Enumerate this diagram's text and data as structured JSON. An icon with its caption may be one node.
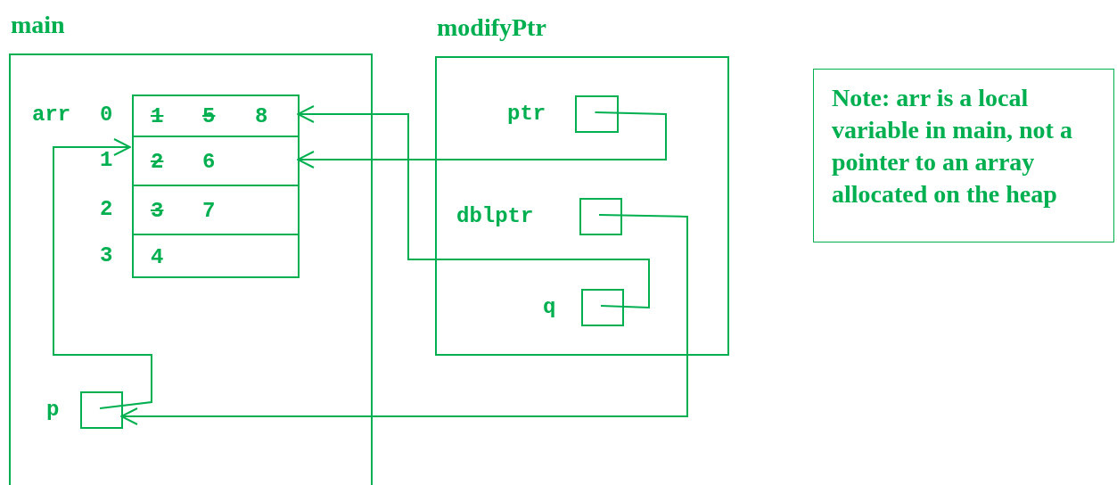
{
  "diagram": {
    "nodes": [
      {
        "text": [
          "main"
        ]
      },
      {
        "text": [
          "modifyPtr"
        ]
      },
      {
        "text": [
          "Note: arr is a local variable in main, not a pointer to an array allocated on the heap"
        ]
      },
      {
        "text": [
          "1",
          "5",
          "8"
        ],
        "in": 0,
        "beside": [
          "arr",
          "0"
        ]
      },
      {
        "text": [
          "2",
          "6"
        ],
        "in": 0,
        "beside": [
          "1"
        ]
      },
      {
        "text": [
          "3",
          "7"
        ],
        "in": 0,
        "beside": [
          "2"
        ]
      },
      {
        "text": [
          "4"
        ],
        "in": 0,
        "beside": [
          "3"
        ]
      },
      {
        "text": [],
        "shape": "box",
        "in": 0,
        "beside": [
          "p"
        ]
      },
      {
        "text": [],
        "shape": "box",
        "in": 1,
        "beside": [
          "ptr"
        ]
      },
      {
        "text": [],
        "shape": "box",
        "in": 1,
        "beside": [
          "dblptr"
        ]
      },
      {
        "text": [],
        "shape": "box",
        "in": 1,
        "beside": [
          "q"
        ]
      }
    ],
    "edges": [
      {
        "from": 7,
        "to": 4,
        "arrow": "to"
      },
      {
        "from": 8,
        "to": 4,
        "arrow": "to"
      },
      {
        "from": 10,
        "to": 3,
        "arrow": "to"
      },
      {
        "from": 9,
        "to": 7,
        "arrow": "to"
      }
    ]
  }
}
